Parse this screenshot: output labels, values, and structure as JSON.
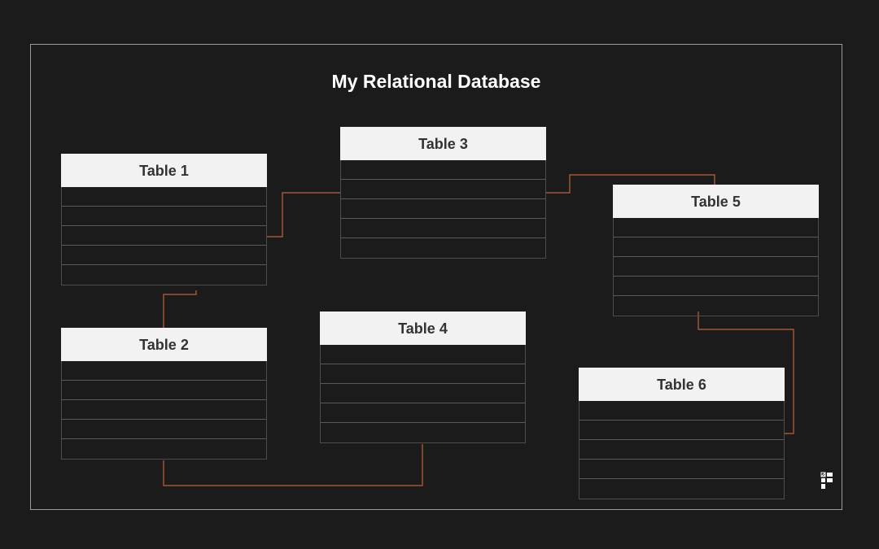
{
  "diagram": {
    "title": "My Relational Database",
    "accent_color": "#c0643a",
    "tables": [
      {
        "id": "t1",
        "label": "Table 1",
        "rows": 5
      },
      {
        "id": "t2",
        "label": "Table 2",
        "rows": 5
      },
      {
        "id": "t3",
        "label": "Table 3",
        "rows": 5
      },
      {
        "id": "t4",
        "label": "Table 4",
        "rows": 5
      },
      {
        "id": "t5",
        "label": "Table 5",
        "rows": 5
      },
      {
        "id": "t6",
        "label": "Table 6",
        "rows": 5
      }
    ],
    "relations": [
      {
        "from": "Table 1",
        "to": "Table 3"
      },
      {
        "from": "Table 1",
        "to": "Table 2"
      },
      {
        "from": "Table 3",
        "to": "Table 5"
      },
      {
        "from": "Table 2",
        "to": "Table 4"
      },
      {
        "from": "Table 5",
        "to": "Table 6"
      }
    ],
    "logo_icon": "framer-logo-icon"
  }
}
